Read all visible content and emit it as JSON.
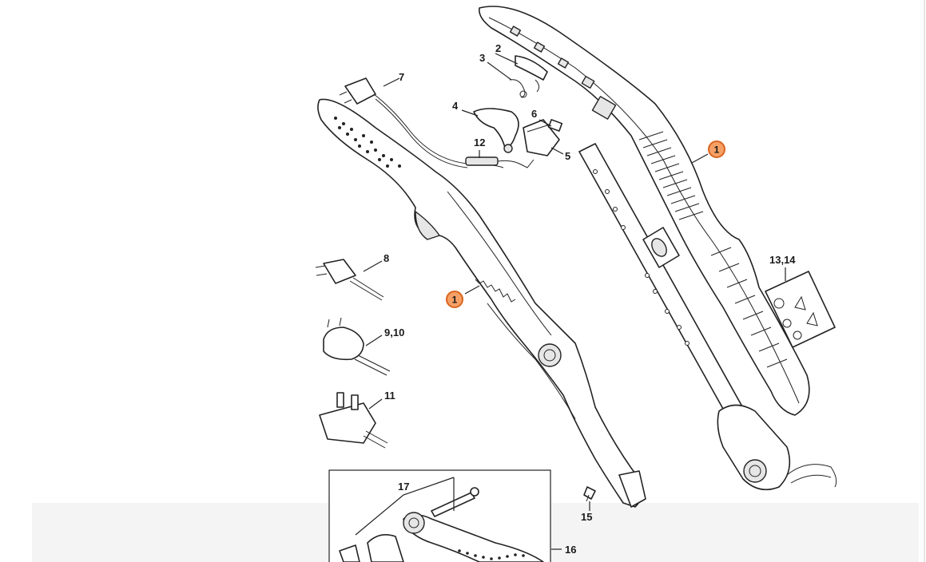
{
  "labels": {
    "p1a": "1",
    "p1b": "1",
    "p2": "2",
    "p3": "3",
    "p4": "4",
    "p5": "5",
    "p6": "6",
    "p7": "7",
    "p8": "8",
    "p9_10": "9,10",
    "p11": "11",
    "p12": "12",
    "p13_14": "13,14",
    "p15": "15",
    "p16": "16",
    "p17": "17"
  },
  "colors": {
    "callout_fill": "#f6a066",
    "callout_stroke": "#d9651f",
    "line": "#222222"
  }
}
